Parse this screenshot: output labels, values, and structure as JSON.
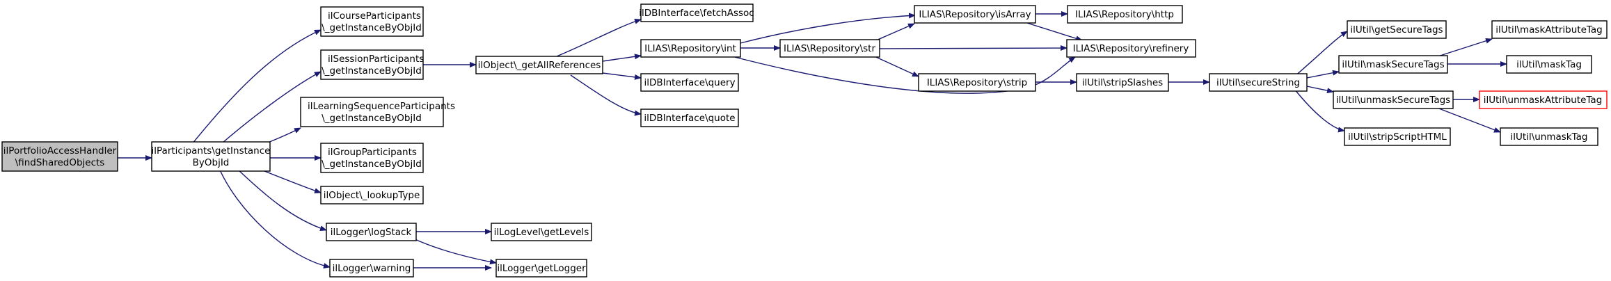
{
  "diagram": {
    "type": "call-graph",
    "colors": {
      "edge": "#191970",
      "root_fill": "#bfbfbf",
      "highlight_border": "#ff0000",
      "node_border": "#000000"
    },
    "nodes": {
      "root": [
        "ilPortfolioAccessHandler",
        "\\findSharedObjects"
      ],
      "participants": [
        "ilParticipants\\getInstance",
        "ByObjId"
      ],
      "course": [
        "ilCourseParticipants",
        "\\_getInstanceByObjId"
      ],
      "session": [
        "ilSessionParticipants",
        "\\_getInstanceByObjId"
      ],
      "lsp": [
        "ilLearningSequenceParticipants",
        "\\_getInstanceByObjId"
      ],
      "group": [
        "ilGroupParticipants",
        "\\_getInstanceByObjId"
      ],
      "lookup": [
        "ilObject\\_lookupType"
      ],
      "logstack": [
        "ilLogger\\logStack"
      ],
      "warning": [
        "ilLogger\\warning"
      ],
      "allrefs": [
        "ilObject\\_getAllReferences"
      ],
      "getlevels": [
        "ilLogLevel\\getLevels"
      ],
      "getlogger": [
        "ilLogger\\getLogger"
      ],
      "fetch": [
        "ilDBInterface\\fetchAssoc"
      ],
      "int": [
        "ILIAS\\Repository\\int"
      ],
      "query": [
        "ilDBInterface\\query"
      ],
      "quote": [
        "ilDBInterface\\quote"
      ],
      "str": [
        "ILIAS\\Repository\\str"
      ],
      "isarray": [
        "ILIAS\\Repository\\isArray"
      ],
      "strip": [
        "ILIAS\\Repository\\strip"
      ],
      "http": [
        "ILIAS\\Repository\\http"
      ],
      "refinery": [
        "ILIAS\\Repository\\refinery"
      ],
      "stripslashes": [
        "ilUtil\\stripSlashes"
      ],
      "securestring": [
        "ilUtil\\secureString"
      ],
      "getsecuretags": [
        "ilUtil\\getSecureTags"
      ],
      "masksecuretags": [
        "ilUtil\\maskSecureTags"
      ],
      "unmasksecuretags": [
        "ilUtil\\unmaskSecureTags"
      ],
      "stripscript": [
        "ilUtil\\stripScriptHTML"
      ],
      "maskattr": [
        "ilUtil\\maskAttributeTag"
      ],
      "masktag": [
        "ilUtil\\maskTag"
      ],
      "unmaskattr": [
        "ilUtil\\unmaskAttributeTag"
      ],
      "unmasktag": [
        "ilUtil\\unmaskTag"
      ]
    }
  }
}
